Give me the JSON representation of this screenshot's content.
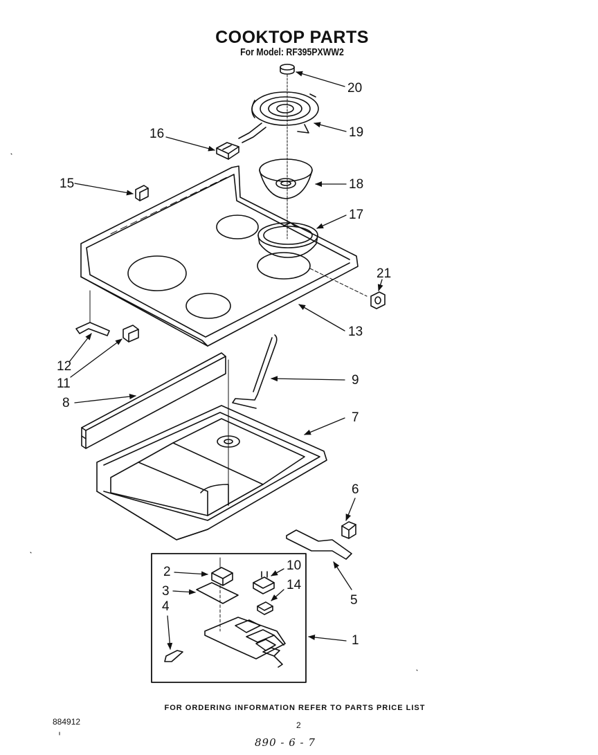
{
  "title": "COOKTOP PARTS",
  "subtitle": "For Model: RF395PXWW2",
  "callouts": {
    "c20": "20",
    "c19": "19",
    "c16": "16",
    "c18": "18",
    "c15": "15",
    "c17": "17",
    "c21": "21",
    "c13": "13",
    "c12": "12",
    "c11": "11",
    "c9": "9",
    "c8": "8",
    "c7": "7",
    "c6": "6",
    "c2": "2",
    "c10": "10",
    "c3": "3",
    "c14": "14",
    "c4": "4",
    "c5": "5",
    "c1": "1"
  },
  "footer_note": "FOR ORDERING INFORMATION REFER TO PARTS PRICE LIST",
  "doc_number": "884912",
  "page_number": "2",
  "handwritten_note": "890 - 6 - 7"
}
